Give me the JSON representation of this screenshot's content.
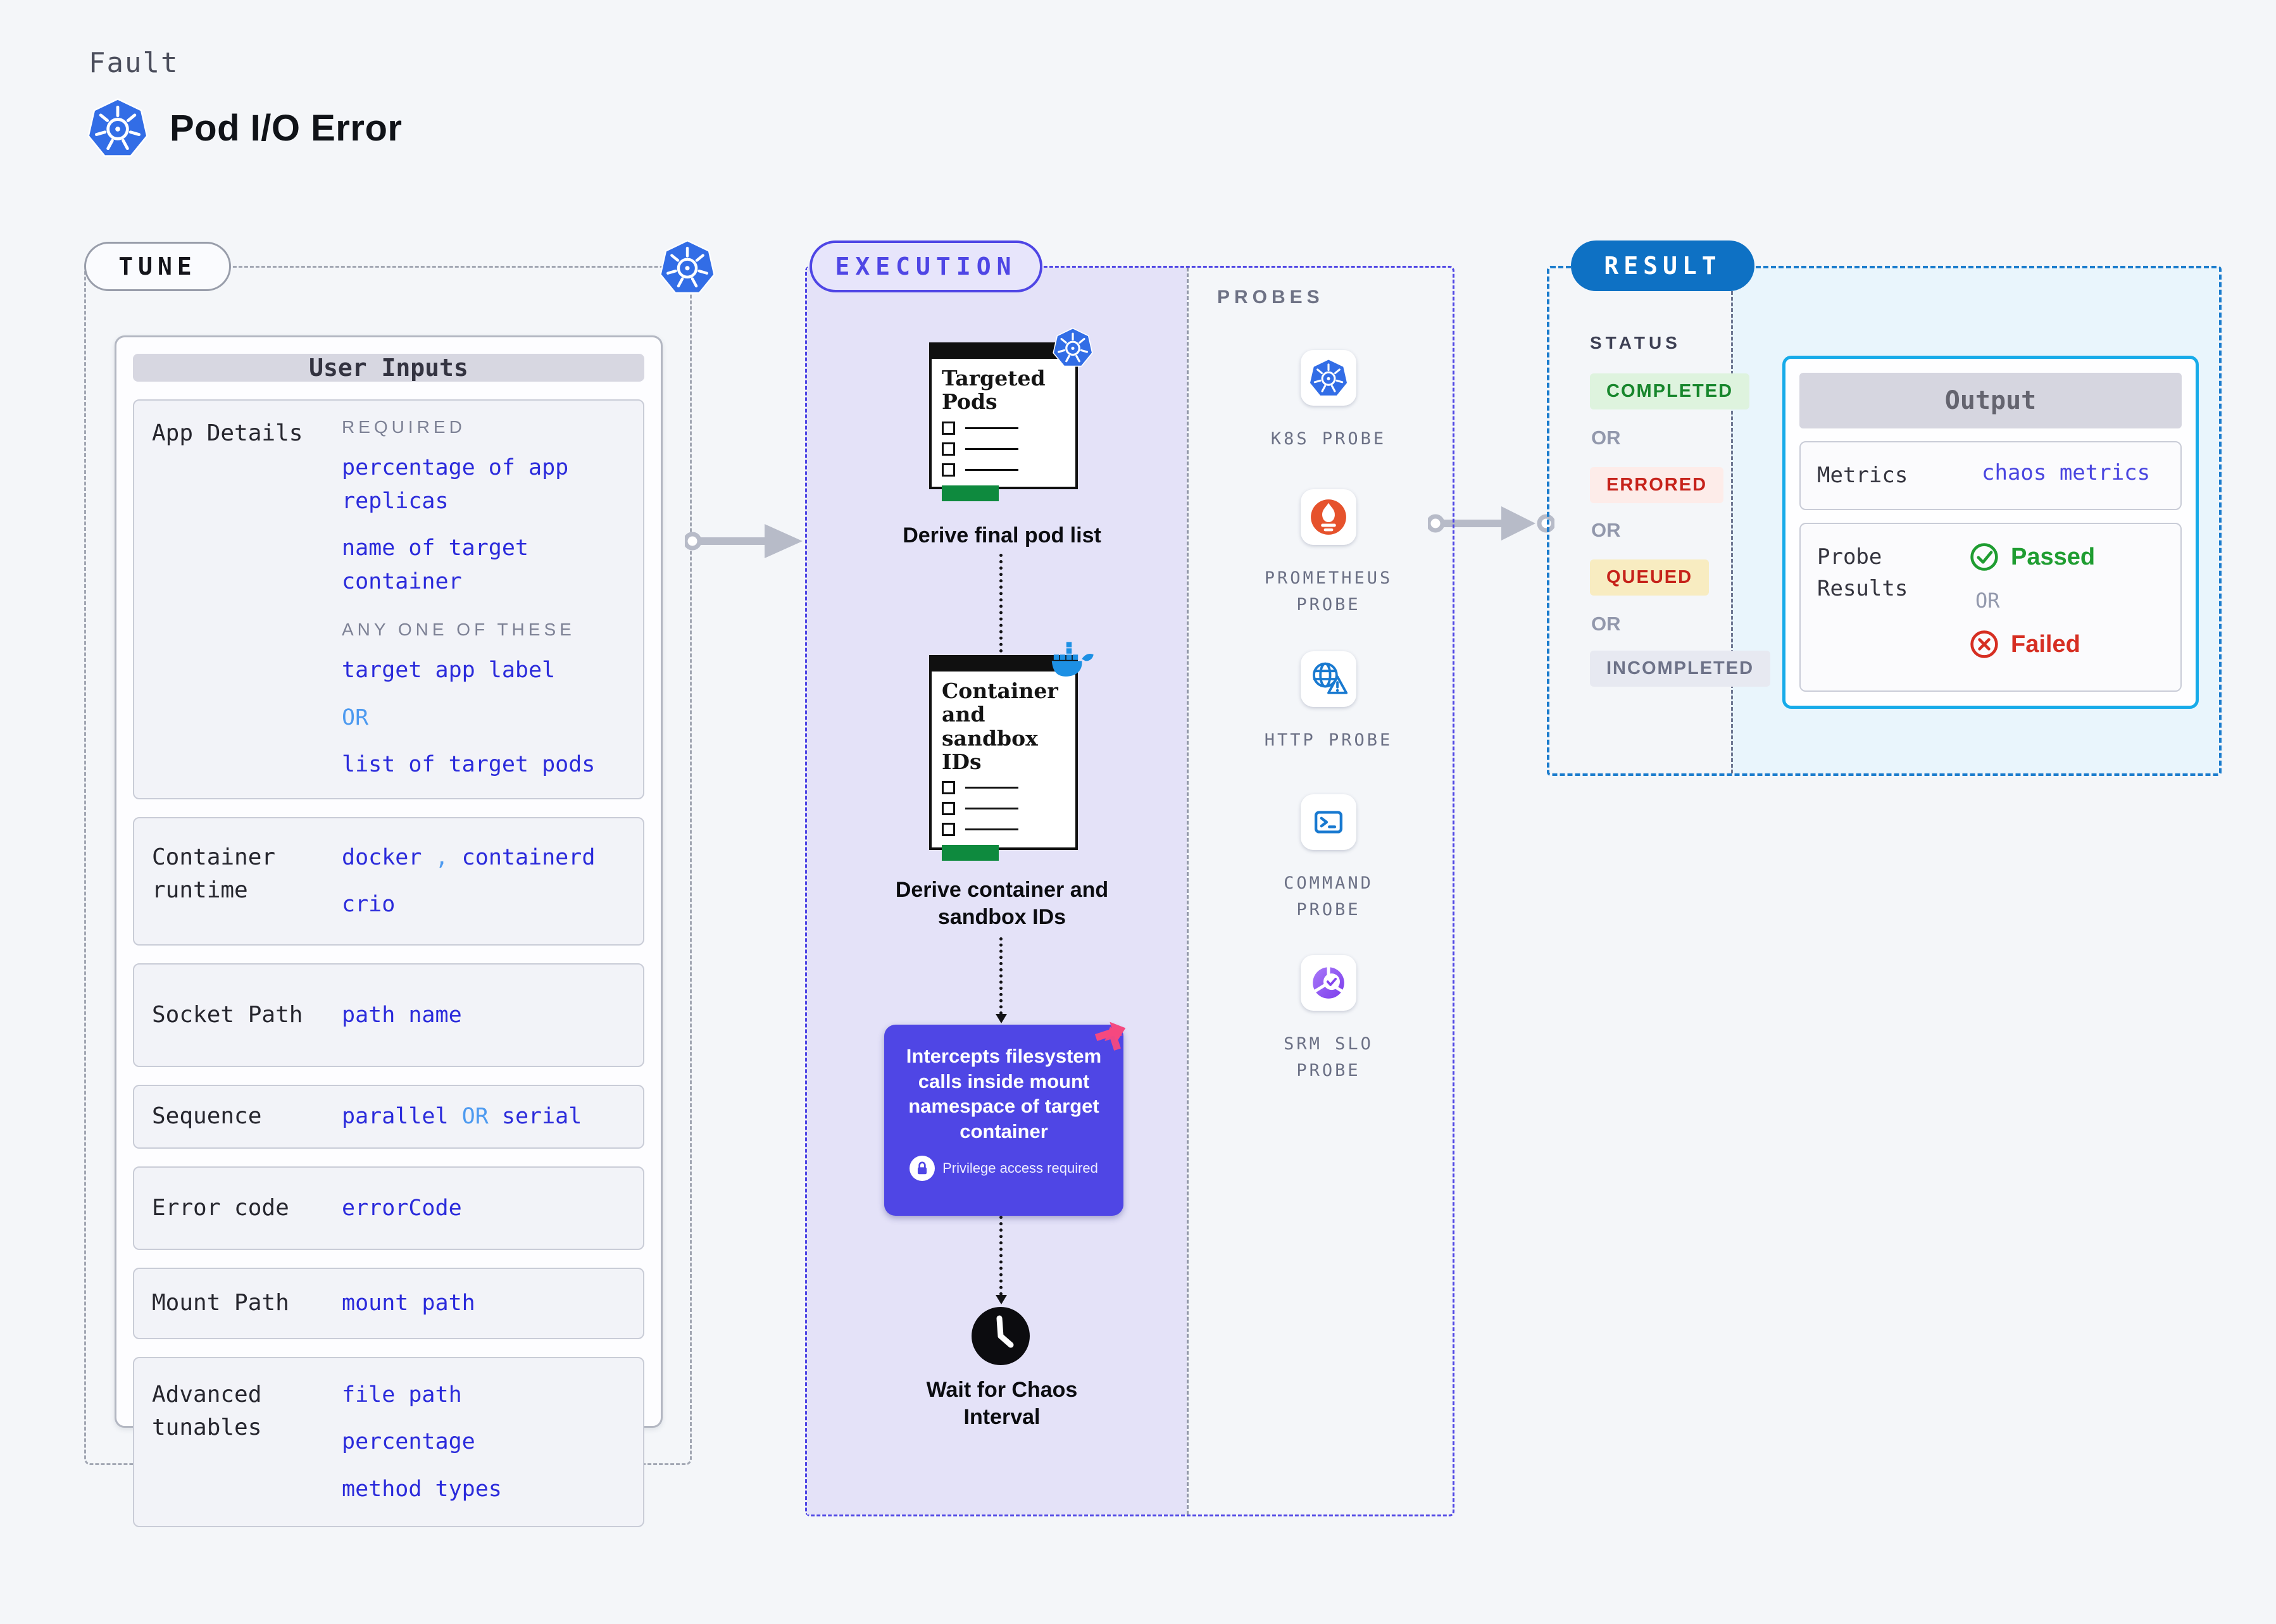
{
  "header": {
    "fault_label": "Fault",
    "title": "Pod I/O Error"
  },
  "tune": {
    "pill": "TUNE",
    "table_title": "User Inputs",
    "rows": {
      "app_details": {
        "label": "App Details",
        "required_label": "REQUIRED",
        "required_item_1": "percentage of app replicas",
        "required_item_2": "name of target container",
        "any_label": "ANY ONE OF THESE",
        "option_a": "target app label",
        "or": "OR",
        "option_b": "list of target pods"
      },
      "container_runtime": {
        "label": "Container runtime",
        "v1": "docker",
        "comma": ",",
        "v2": "containerd",
        "v3": "crio"
      },
      "socket_path": {
        "label": "Socket Path",
        "value": "path name"
      },
      "sequence": {
        "label": "Sequence",
        "v1": "parallel",
        "or": "OR",
        "v2": "serial"
      },
      "error_code": {
        "label": "Error code",
        "value": "errorCode"
      },
      "mount_path": {
        "label": "Mount Path",
        "value": "mount path"
      },
      "advanced_tunables": {
        "label": "Advanced tunables",
        "v1": "file path",
        "v2": "percentage",
        "v3": "method types"
      }
    }
  },
  "execution": {
    "pill": "EXECUTION",
    "step1": {
      "doc_title": "Targeted Pods",
      "caption": "Derive final pod list"
    },
    "step2": {
      "doc_title": "Container and sandbox IDs",
      "caption": "Derive container and\nsandbox IDs"
    },
    "step3": {
      "text": "Intercepts filesystem calls inside mount namespace of target container",
      "note": "Privilege access required"
    },
    "step4": {
      "caption": "Wait for Chaos\nInterval"
    }
  },
  "probes": {
    "title": "PROBES",
    "items": [
      {
        "icon": "k8s-probe-icon",
        "label": "K8S PROBE"
      },
      {
        "icon": "prometheus-probe-icon",
        "label": "PROMETHEUS\nPROBE"
      },
      {
        "icon": "http-probe-icon",
        "label": "HTTP PROBE"
      },
      {
        "icon": "command-probe-icon",
        "label": "COMMAND\nPROBE"
      },
      {
        "icon": "srm-slo-probe-icon",
        "label": "SRM SLO\nPROBE"
      }
    ]
  },
  "result": {
    "pill": "RESULT",
    "status_title": "STATUS",
    "statuses": {
      "completed": "COMPLETED",
      "or1": "OR",
      "errored": "ERRORED",
      "or2": "OR",
      "queued": "QUEUED",
      "or3": "OR",
      "incompleted": "INCOMPLETED"
    },
    "output": {
      "title": "Output",
      "metrics_label": "Metrics",
      "metrics_value": "chaos metrics",
      "probe_results_label": "Probe Results",
      "passed": "Passed",
      "or": "OR",
      "failed": "Failed"
    }
  },
  "colors": {
    "k8s_blue": "#326de6",
    "indigo": "#4f46e5",
    "lavender_fill": "#e4e2f8",
    "result_blue": "#0e71c4",
    "result_fill": "#e9f5fc",
    "output_border": "#17abe9",
    "green": "#1f9d31",
    "red": "#d62e22",
    "value_blue": "#2b2bdb",
    "light_blue": "#4d9af0",
    "docker_blue": "#1d90e4",
    "prometheus_orange": "#e6522c",
    "pink": "#f5497f",
    "green_bar": "#0e8a3e",
    "completed_bg": "#def3de",
    "errored_bg": "#fdece9",
    "queued_bg": "#f8ecc1",
    "incompleted_bg": "#e7e9f1"
  }
}
